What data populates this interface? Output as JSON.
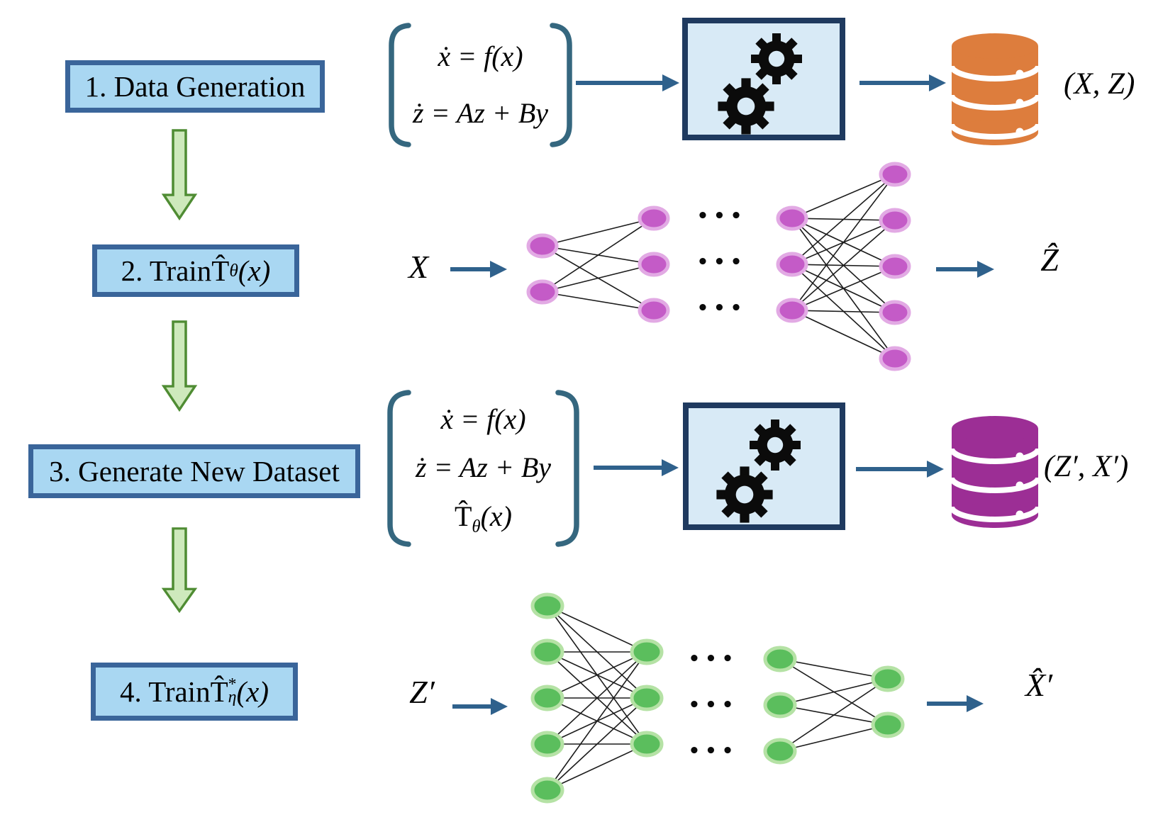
{
  "colors": {
    "step_box_fill": "#A9D7F2",
    "step_box_border": "#3A659A",
    "gear_box_fill": "#D8EAF6",
    "gear_box_border": "#1F3A5F",
    "arrow": "#2F618C",
    "bracket": "#35677F",
    "green_arrow_fill": "#CEE9BC",
    "green_arrow_border": "#4F8C33",
    "node_magenta": "#C45BC7",
    "node_magenta_ring": "#E2AAE4",
    "node_green": "#5BBE5D",
    "node_green_ring": "#B5E2A5",
    "db_orange": "#DD7D3D",
    "db_purple": "#9C2E95",
    "gear": "#0B0B0B"
  },
  "steps": [
    {
      "label": "1. Data Generation"
    },
    {
      "label_prefix": "2. Train ",
      "t_hat": "T̂",
      "sub": "θ",
      "suffix": "(x)"
    },
    {
      "label": "3. Generate New Dataset"
    },
    {
      "label_prefix": "4. Train ",
      "t_hat": "T̂",
      "sup": "*",
      "sub": "η",
      "suffix": "(x)"
    }
  ],
  "equations": {
    "block1": {
      "line1": "ẋ = f(x)",
      "line2": "ż = Az + By"
    },
    "block2": {
      "line1": "ẋ = f(x)",
      "line2": "ż = Az + By",
      "line3_t": "T̂",
      "line3_sub": "θ",
      "line3_suffix": "(x)"
    }
  },
  "io_labels": {
    "x_input": "X",
    "z_hat_output": "Ẑ",
    "z_prime_input": "Z′",
    "x_hat_prime_output": "X̂′"
  },
  "dataset_labels": {
    "xz": "(X, Z)",
    "zx_prime": "(Z′, X′)"
  },
  "misc": {
    "dots": "•••"
  }
}
